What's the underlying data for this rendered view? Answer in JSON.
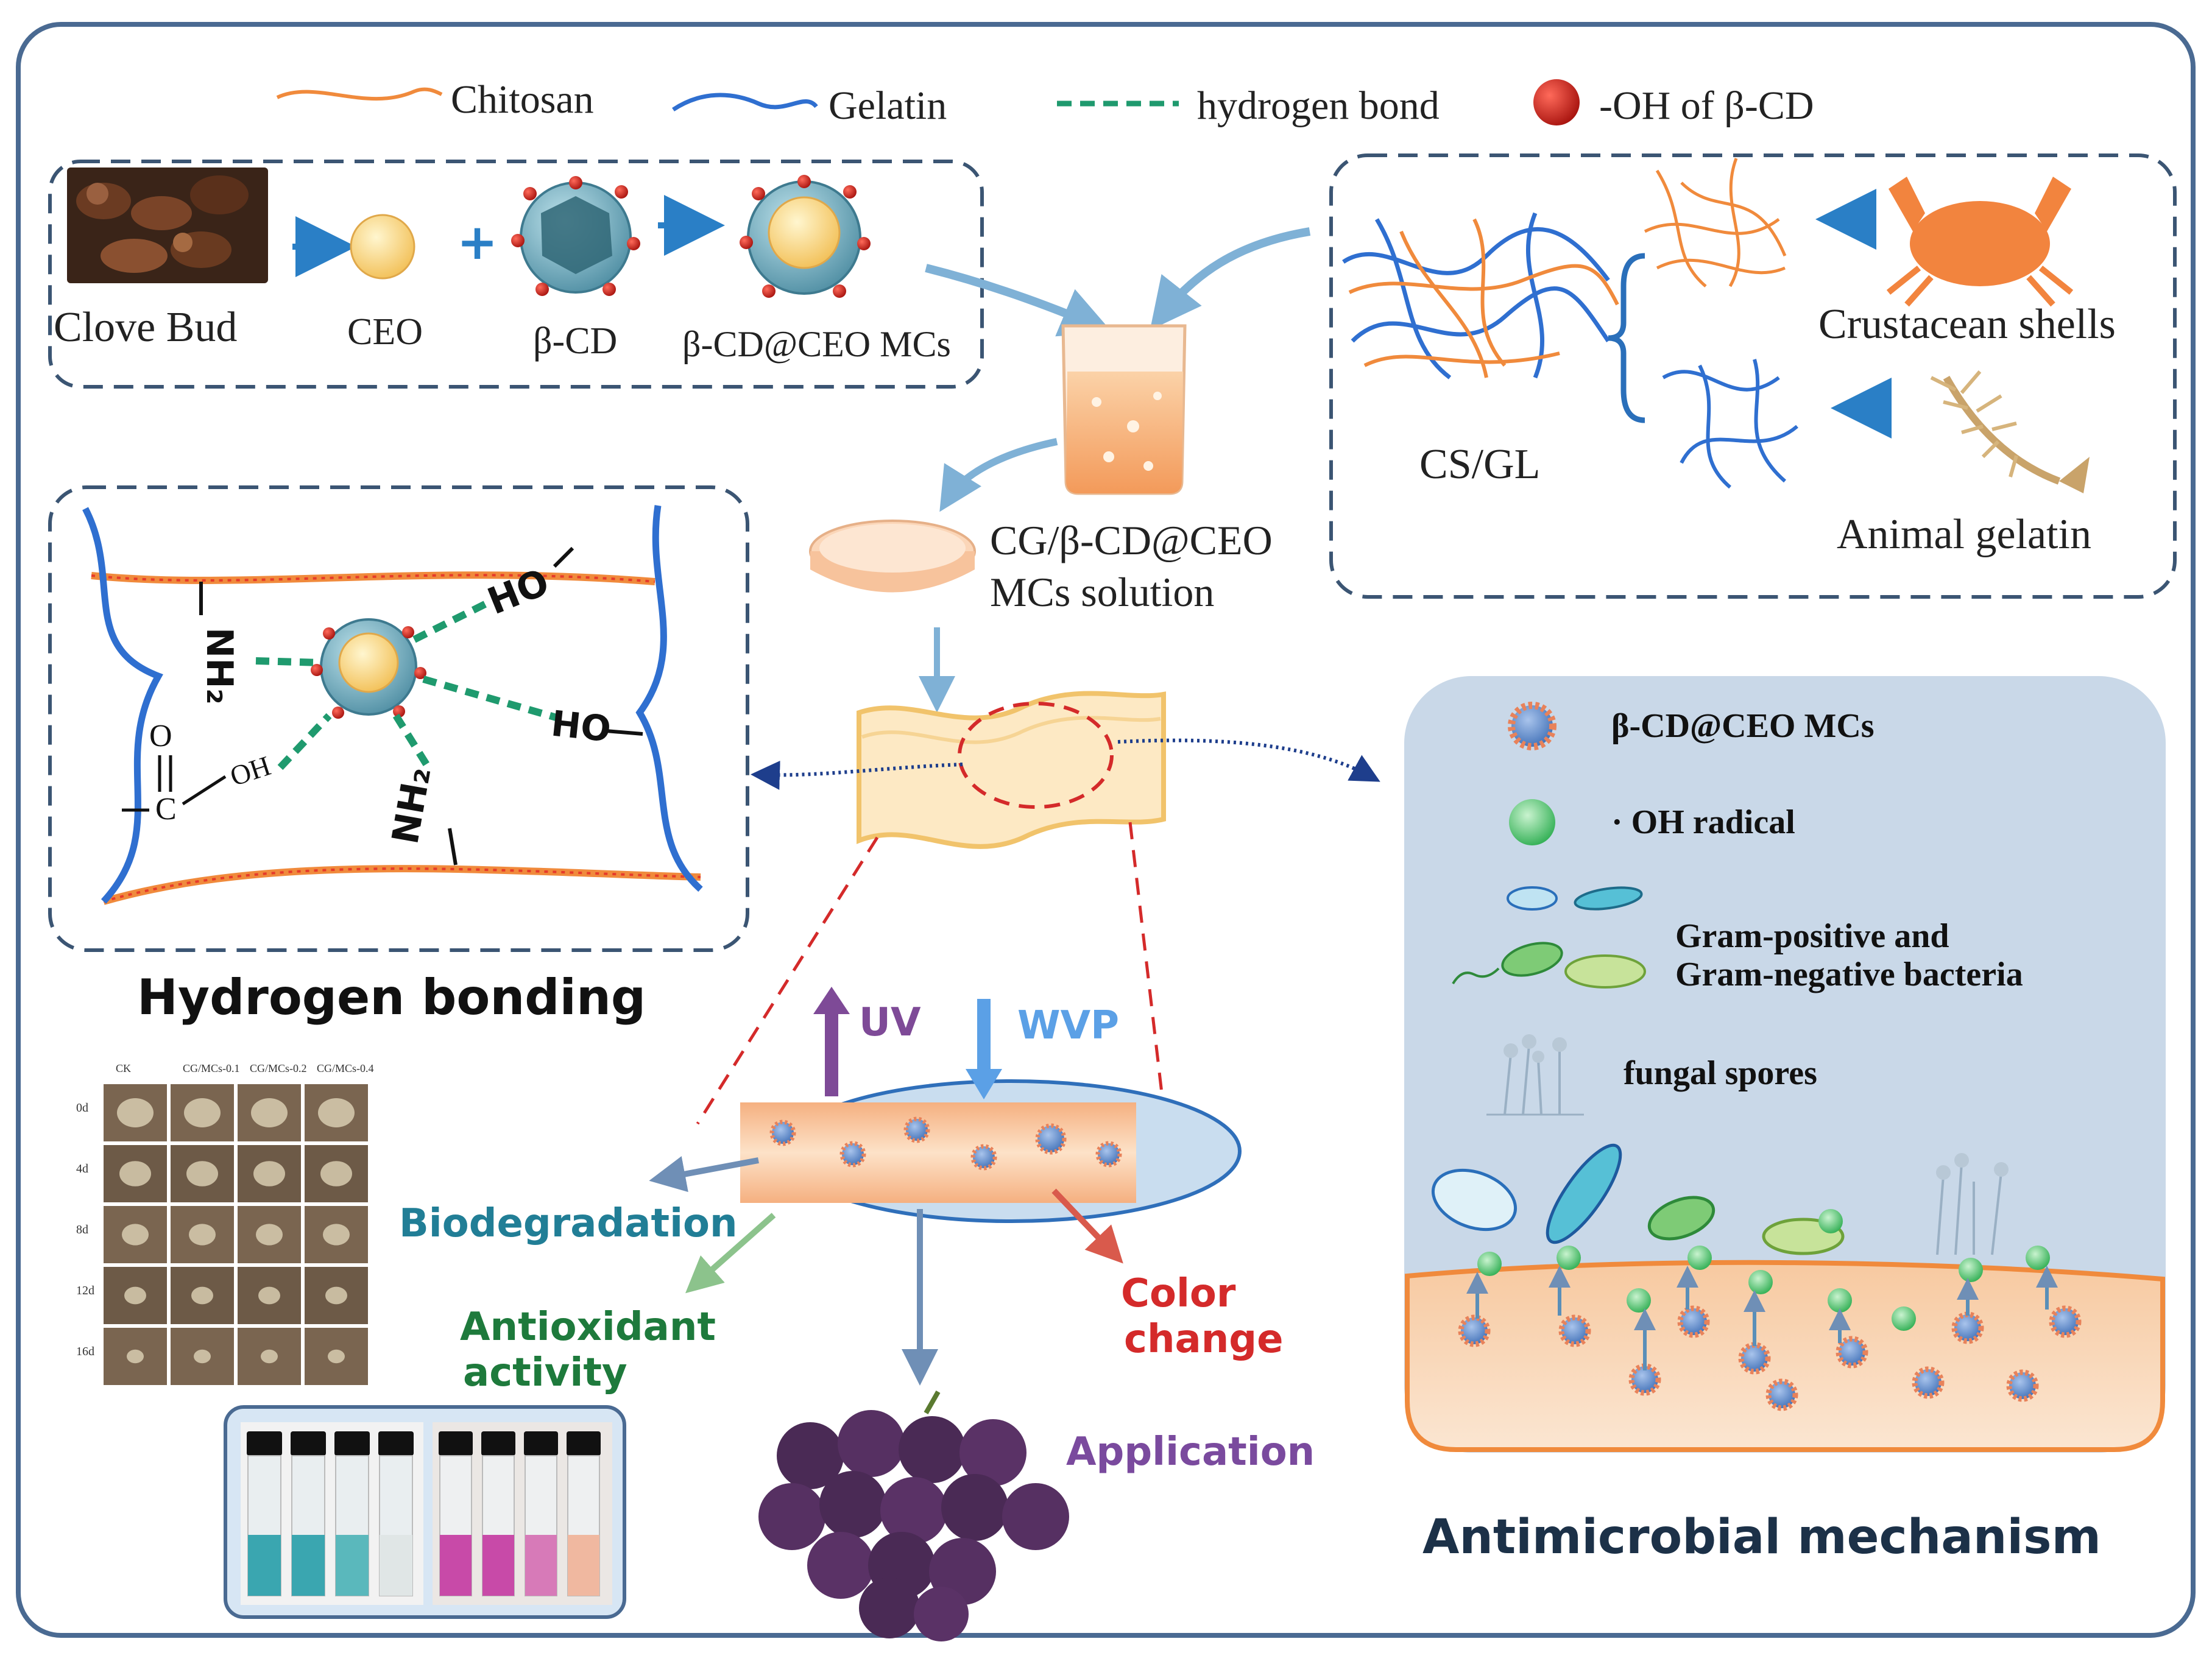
{
  "legend": {
    "chitosan": "Chitosan",
    "gelatin": "Gelatin",
    "hbond": "hydrogen bond",
    "oh_bcd": "-OH of β-CD"
  },
  "prep": {
    "clove": "Clove Bud",
    "ceo": "CEO",
    "plus": "+",
    "bcd": "β-CD",
    "mcs": "β-CD@CEO MCs"
  },
  "sources": {
    "csgl": "CS/GL",
    "crust": "Crustacean shells",
    "animal": "Animal gelatin"
  },
  "solution": {
    "line1": "CG/β-CD@CEO",
    "line2": "MCs solution"
  },
  "hb": {
    "title": "Hydrogen bonding",
    "ho1": "HO",
    "ho2": "HO",
    "nh2a": "NH₂",
    "nh2b": "NH₂",
    "o": "O",
    "c": "C",
    "oh": "OH"
  },
  "props": {
    "uv": "UV",
    "wvp": "WVP",
    "bio": "Biodegradation",
    "anti1": "Antioxidant",
    "anti2": "activity",
    "color1": "Color",
    "color2": "change",
    "app": "Application"
  },
  "biodeg_grid": {
    "cols": [
      "CK",
      "CG/MCs-0.1",
      "CG/MCs-0.2",
      "CG/MCs-0.4"
    ],
    "rows": [
      "0d",
      "4d",
      "8d",
      "12d",
      "16d"
    ]
  },
  "mech": {
    "title": "Antimicrobial mechanism",
    "mcs": "β-CD@CEO MCs",
    "oh": "· OH radical",
    "bact1": "Gram-positive and",
    "bact2": "Gram-negative bacteria",
    "fungal": "fungal spores"
  },
  "colors": {
    "frame": "#4a6a92",
    "chitosan": "#f08a3c",
    "gelatin": "#2f6fd0",
    "hbond": "#1f9a6e",
    "oh_bead": "#c8201c",
    "dashbox": "#3b5573",
    "arrow": "#7fb1d6",
    "panel": "#c9d8e8",
    "uv": "#7e4a97",
    "wvp": "#5ba0e6",
    "bio": "#217e96",
    "anti": "#1e7a3c",
    "color_change": "#d42a2a",
    "app": "#7a4a9e",
    "mech_title": "#1c3148"
  }
}
